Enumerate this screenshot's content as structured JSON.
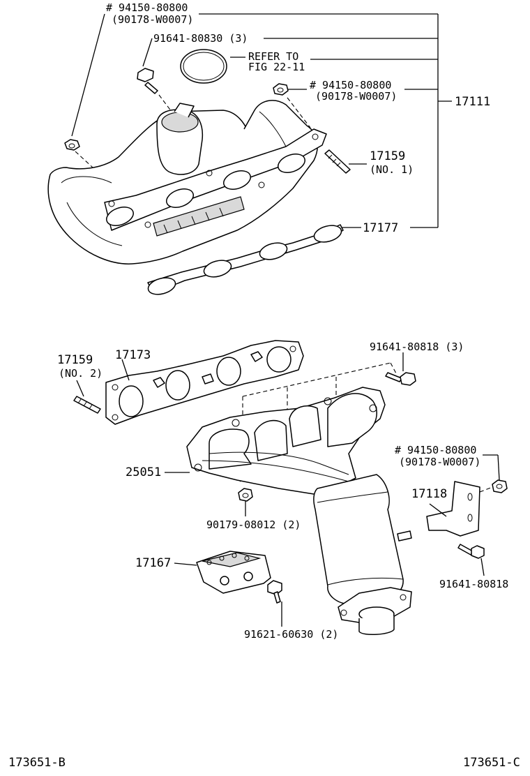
{
  "callouts": {
    "top_nut_hash": "# 94150-80800",
    "top_nut_alt": "(90178-W0007)",
    "bolt_top": "91641-80830 (3)",
    "refer_to": "REFER TO",
    "refer_fig": "FIG 22-11",
    "right_nut_hash": "# 94150-80800",
    "right_nut_alt": "(90178-W0007)",
    "manifold": "17111",
    "stud_no1": "17159",
    "stud_no1_sub": "(NO. 1)",
    "gasket_top": "17177",
    "stud_no2": "17159",
    "stud_no2_sub": "(NO. 2)",
    "gasket_lower": "17173",
    "bolt_lower": "91641-80818 (3)",
    "lower_nut_hash": "# 94150-80800",
    "lower_nut_alt": "(90178-W0007)",
    "converter": "25051",
    "nut_lower": "90179-08012 (2)",
    "bracket": "17118",
    "bracket_bolt": "91641-80818",
    "insulator": "17167",
    "insulator_bolt": "91621-60630 (2)"
  },
  "footer": {
    "left_code": "173651-B",
    "right_code": "173651-C"
  }
}
